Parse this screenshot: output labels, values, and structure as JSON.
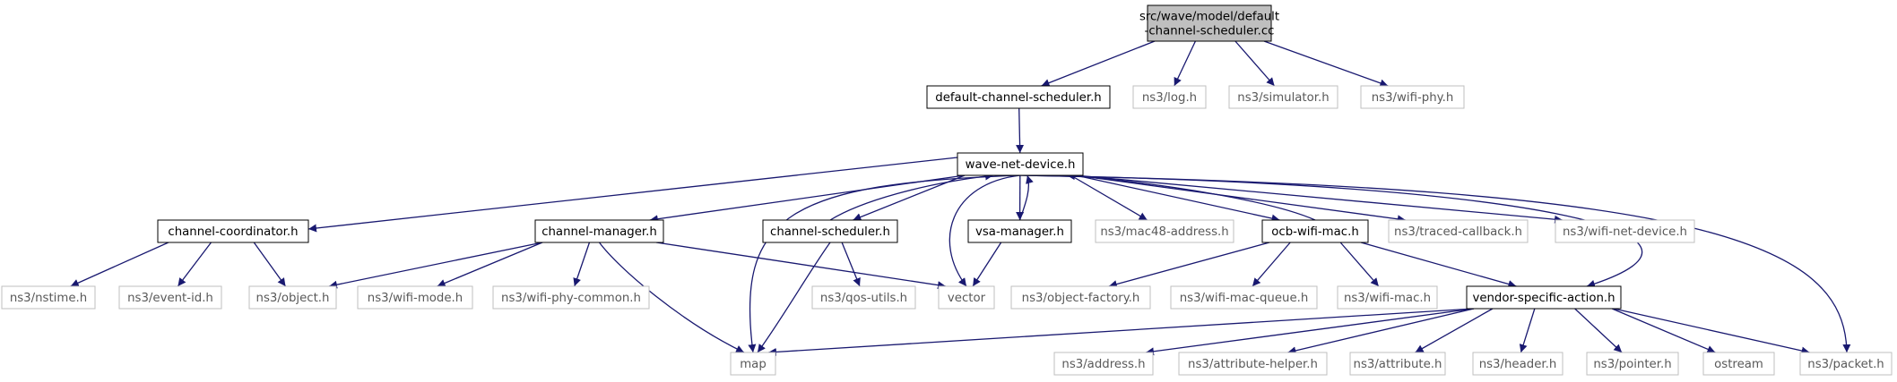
{
  "colors": {
    "edge": "#191970",
    "focus_fill": "#bfbfbf",
    "focus_border": "#000000",
    "documented_border": "#000000",
    "external_border": "#bfbfbf",
    "documented_text": "#000000",
    "external_text": "#595959"
  },
  "graph": {
    "nodes": [
      {
        "id": "root",
        "lines": [
          "src/wave/model/default",
          "-channel-scheduler.cc"
        ],
        "kind": "focus"
      },
      {
        "id": "dcs",
        "lines": [
          "default-channel-scheduler.h"
        ],
        "kind": "documented"
      },
      {
        "id": "log",
        "lines": [
          "ns3/log.h"
        ],
        "kind": "external"
      },
      {
        "id": "sim",
        "lines": [
          "ns3/simulator.h"
        ],
        "kind": "external"
      },
      {
        "id": "wphy",
        "lines": [
          "ns3/wifi-phy.h"
        ],
        "kind": "external"
      },
      {
        "id": "wnd",
        "lines": [
          "wave-net-device.h"
        ],
        "kind": "documented"
      },
      {
        "id": "cc",
        "lines": [
          "channel-coordinator.h"
        ],
        "kind": "documented"
      },
      {
        "id": "cm",
        "lines": [
          "channel-manager.h"
        ],
        "kind": "documented"
      },
      {
        "id": "cs",
        "lines": [
          "channel-scheduler.h"
        ],
        "kind": "documented"
      },
      {
        "id": "vsa",
        "lines": [
          "vsa-manager.h"
        ],
        "kind": "documented"
      },
      {
        "id": "mac48",
        "lines": [
          "ns3/mac48-address.h"
        ],
        "kind": "external"
      },
      {
        "id": "ocb",
        "lines": [
          "ocb-wifi-mac.h"
        ],
        "kind": "documented"
      },
      {
        "id": "tcb",
        "lines": [
          "ns3/traced-callback.h"
        ],
        "kind": "external"
      },
      {
        "id": "wnetd",
        "lines": [
          "ns3/wifi-net-device.h"
        ],
        "kind": "external"
      },
      {
        "id": "nstime",
        "lines": [
          "ns3/nstime.h"
        ],
        "kind": "external"
      },
      {
        "id": "eventid",
        "lines": [
          "ns3/event-id.h"
        ],
        "kind": "external"
      },
      {
        "id": "object",
        "lines": [
          "ns3/object.h"
        ],
        "kind": "external"
      },
      {
        "id": "wmode",
        "lines": [
          "ns3/wifi-mode.h"
        ],
        "kind": "external"
      },
      {
        "id": "wpc",
        "lines": [
          "ns3/wifi-phy-common.h"
        ],
        "kind": "external"
      },
      {
        "id": "qos",
        "lines": [
          "ns3/qos-utils.h"
        ],
        "kind": "external"
      },
      {
        "id": "vector",
        "lines": [
          "vector"
        ],
        "kind": "external"
      },
      {
        "id": "objfac",
        "lines": [
          "ns3/object-factory.h"
        ],
        "kind": "external"
      },
      {
        "id": "wmq",
        "lines": [
          "ns3/wifi-mac-queue.h"
        ],
        "kind": "external"
      },
      {
        "id": "wmac",
        "lines": [
          "ns3/wifi-mac.h"
        ],
        "kind": "external"
      },
      {
        "id": "vsact",
        "lines": [
          "vendor-specific-action.h"
        ],
        "kind": "documented"
      },
      {
        "id": "map",
        "lines": [
          "map"
        ],
        "kind": "external"
      },
      {
        "id": "addr",
        "lines": [
          "ns3/address.h"
        ],
        "kind": "external"
      },
      {
        "id": "attrh",
        "lines": [
          "ns3/attribute-helper.h"
        ],
        "kind": "external"
      },
      {
        "id": "attr",
        "lines": [
          "ns3/attribute.h"
        ],
        "kind": "external"
      },
      {
        "id": "header",
        "lines": [
          "ns3/header.h"
        ],
        "kind": "external"
      },
      {
        "id": "pointer",
        "lines": [
          "ns3/pointer.h"
        ],
        "kind": "external"
      },
      {
        "id": "ostream",
        "lines": [
          "ostream"
        ],
        "kind": "external"
      },
      {
        "id": "packet",
        "lines": [
          "ns3/packet.h"
        ],
        "kind": "external"
      }
    ],
    "edges": [
      [
        "root",
        "dcs"
      ],
      [
        "root",
        "log"
      ],
      [
        "root",
        "sim"
      ],
      [
        "root",
        "wphy"
      ],
      [
        "dcs",
        "wnd"
      ],
      [
        "wnd",
        "cc"
      ],
      [
        "wnd",
        "cm"
      ],
      [
        "wnd",
        "cs"
      ],
      [
        "wnd",
        "vsa"
      ],
      [
        "wnd",
        "mac48"
      ],
      [
        "wnd",
        "ocb"
      ],
      [
        "wnd",
        "tcb"
      ],
      [
        "wnd",
        "wnetd"
      ],
      [
        "wnd",
        "vsact"
      ],
      [
        "wnd",
        "map"
      ],
      [
        "wnd",
        "vector"
      ],
      [
        "wnd",
        "packet"
      ],
      [
        "cc",
        "nstime"
      ],
      [
        "cc",
        "eventid"
      ],
      [
        "cc",
        "object"
      ],
      [
        "cm",
        "object"
      ],
      [
        "cm",
        "wmode"
      ],
      [
        "cm",
        "wpc"
      ],
      [
        "cm",
        "map"
      ],
      [
        "cm",
        "vector"
      ],
      [
        "cs",
        "wnd"
      ],
      [
        "cs",
        "qos"
      ],
      [
        "cs",
        "map"
      ],
      [
        "vsa",
        "wnd"
      ],
      [
        "vsa",
        "vector"
      ],
      [
        "ocb",
        "wnd"
      ],
      [
        "ocb",
        "objfac"
      ],
      [
        "ocb",
        "wmq"
      ],
      [
        "ocb",
        "wmac"
      ],
      [
        "ocb",
        "vsact"
      ],
      [
        "vsact",
        "map"
      ],
      [
        "vsact",
        "addr"
      ],
      [
        "vsact",
        "attrh"
      ],
      [
        "vsact",
        "attr"
      ],
      [
        "vsact",
        "header"
      ],
      [
        "vsact",
        "pointer"
      ],
      [
        "vsact",
        "ostream"
      ],
      [
        "vsact",
        "packet"
      ]
    ]
  }
}
